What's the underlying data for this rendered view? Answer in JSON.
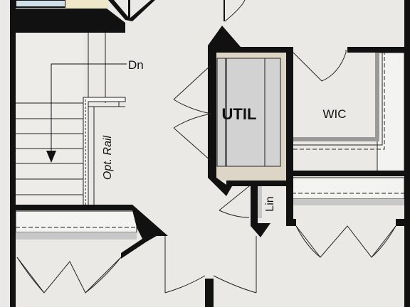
{
  "rooms": {
    "util": "UTIL",
    "wic": "WIC",
    "lin": "Lin"
  },
  "stair": {
    "direction": "Dn",
    "rail_note": "Opt. Rail"
  },
  "colors": {
    "floor": "#ebe9e5",
    "wall": "#111111",
    "util_floor": "#ddd6c6",
    "shelf": "#c9c9c9",
    "line": "#222222"
  }
}
